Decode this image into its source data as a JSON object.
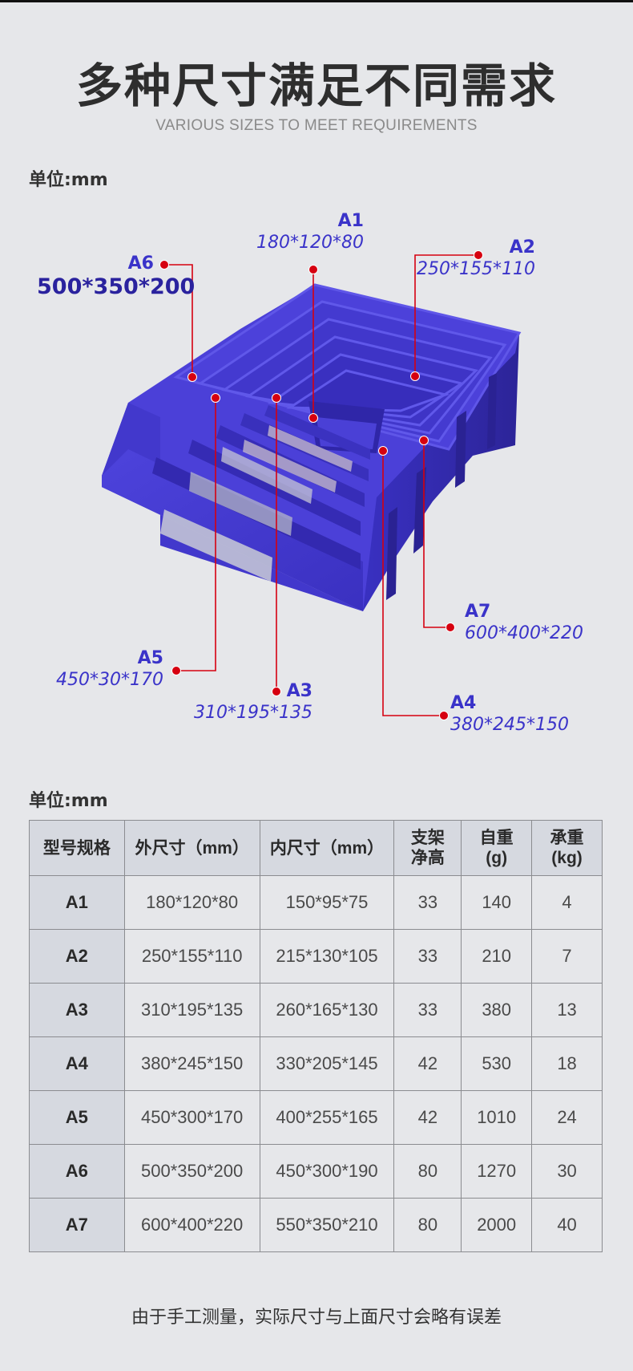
{
  "header": {
    "title": "多种尺寸满足不同需求",
    "subtitle": "VARIOUS SIZES TO MEET REQUIREMENTS"
  },
  "unit_label_top": "单位:mm",
  "unit_label_table": "单位:mm",
  "colors": {
    "background": "#e6e7ea",
    "bin_blue": "#4a3fd6",
    "label_blue": "#3a33c9",
    "callout_red": "#d60010"
  },
  "callouts": {
    "A1": {
      "code": "A1",
      "dim": "180*120*80"
    },
    "A2": {
      "code": "A2",
      "dim": "250*155*110"
    },
    "A3": {
      "code": "A3",
      "dim": "310*195*135"
    },
    "A4": {
      "code": "A4",
      "dim": "380*245*150"
    },
    "A5": {
      "code": "A5",
      "dim": "450*30*170"
    },
    "A6": {
      "code": "A6",
      "dim": "500*350*200"
    },
    "A7": {
      "code": "A7",
      "dim": "600*400*220"
    }
  },
  "table": {
    "headers": [
      "型号规格",
      "外尺寸（mm）",
      "内尺寸（mm）",
      "支架\n净高",
      "自重\n(g)",
      "承重\n(kg)"
    ],
    "rows": [
      [
        "A1",
        "180*120*80",
        "150*95*75",
        "33",
        "140",
        "4"
      ],
      [
        "A2",
        "250*155*110",
        "215*130*105",
        "33",
        "210",
        "7"
      ],
      [
        "A3",
        "310*195*135",
        "260*165*130",
        "33",
        "380",
        "13"
      ],
      [
        "A4",
        "380*245*150",
        "330*205*145",
        "42",
        "530",
        "18"
      ],
      [
        "A5",
        "450*300*170",
        "400*255*165",
        "42",
        "1010",
        "24"
      ],
      [
        "A6",
        "500*350*200",
        "450*300*190",
        "80",
        "1270",
        "30"
      ],
      [
        "A7",
        "600*400*220",
        "550*350*210",
        "80",
        "2000",
        "40"
      ]
    ]
  },
  "footer_note": "由于手工测量，实际尺寸与上面尺寸会略有误差"
}
